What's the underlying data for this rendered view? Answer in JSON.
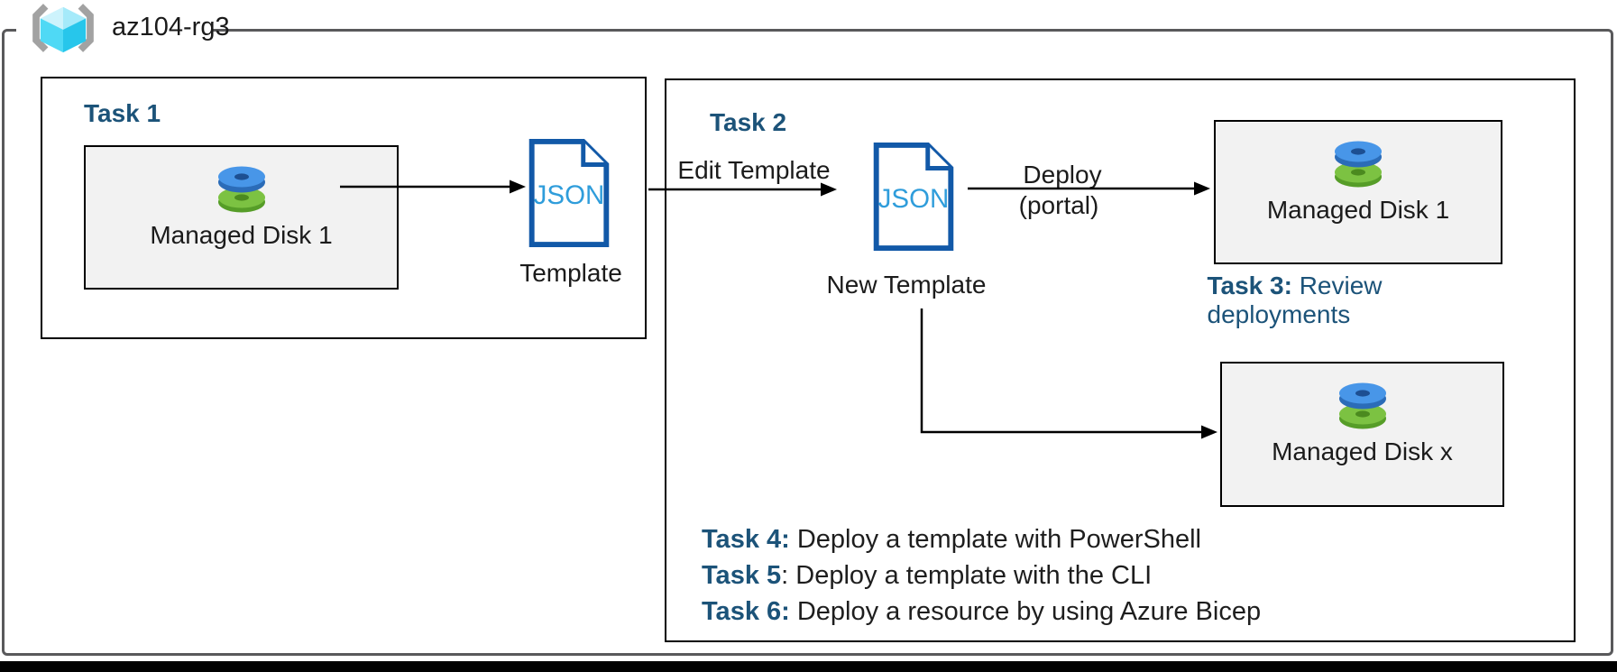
{
  "resource_group": {
    "name": "az104-rg3",
    "icon": "azure-resource-group-cube-brackets-icon"
  },
  "task1": {
    "label": "Task 1",
    "disk1": {
      "label": "Managed Disk 1",
      "icon": "managed-disk-stack-icon"
    },
    "template": {
      "json_text": "JSON",
      "label": "Template",
      "icon": "json-document-icon"
    }
  },
  "task2": {
    "label": "Task 2",
    "edit_template_label": "Edit Template",
    "new_template": {
      "json_text": "JSON",
      "label": "New Template",
      "icon": "json-document-icon"
    },
    "deploy_label_line1": "Deploy",
    "deploy_label_line2": "(portal)",
    "disk1": {
      "label": "Managed Disk 1",
      "icon": "managed-disk-stack-icon"
    },
    "diskx": {
      "label": "Managed Disk x",
      "icon": "managed-disk-stack-icon"
    },
    "task3": {
      "bold": "Task 3:",
      "rest": " Review deployments"
    },
    "task_list": [
      {
        "bold": "Task 4:",
        "rest": " Deploy a template with PowerShell"
      },
      {
        "bold": "Task 5",
        "rest": ": Deploy a template with the CLI"
      },
      {
        "bold": "Task 6:",
        "rest": " Deploy a resource by using Azure Bicep"
      }
    ]
  },
  "colors": {
    "task_label_navy": "#1c5379",
    "json_doc_border_blue": "#1259a8",
    "json_text_blue": "#2f9ddb",
    "disk_blue": "#4896e8",
    "disk_green": "#7cc242",
    "box_fill_gray": "#f2f2f2",
    "outer_border_gray": "#59595b",
    "connector_black": "#000000",
    "cube_cyan": "#4fd9f5"
  }
}
